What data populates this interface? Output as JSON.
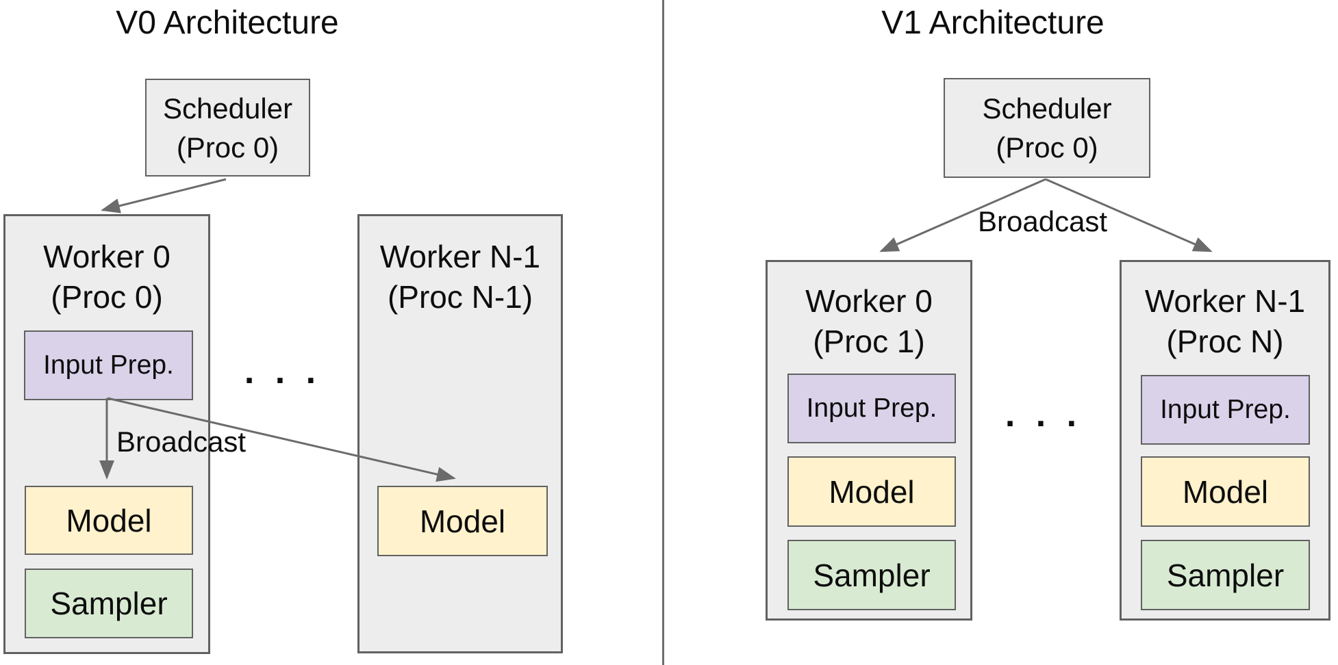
{
  "v0": {
    "title": "V0 Architecture",
    "scheduler": {
      "line1": "Scheduler",
      "line2": "(Proc 0)"
    },
    "worker0": {
      "line1": "Worker 0",
      "line2": "(Proc 0)",
      "input_prep": "Input Prep.",
      "model": "Model",
      "sampler": "Sampler"
    },
    "workerN": {
      "line1": "Worker N-1",
      "line2": "(Proc N-1)",
      "model": "Model"
    },
    "broadcast": "Broadcast",
    "dots": ". . ."
  },
  "v1": {
    "title": "V1 Architecture",
    "scheduler": {
      "line1": "Scheduler",
      "line2": "(Proc 0)"
    },
    "worker0": {
      "line1": "Worker 0",
      "line2": "(Proc 1)",
      "input_prep": "Input Prep.",
      "model": "Model",
      "sampler": "Sampler"
    },
    "workerN": {
      "line1": "Worker N-1",
      "line2": "(Proc N)",
      "input_prep": "Input Prep.",
      "model": "Model",
      "sampler": "Sampler"
    },
    "broadcast": "Broadcast",
    "dots": ". . ."
  },
  "colors": {
    "purple": "#d9d2e9",
    "yellow": "#fff2cc",
    "green": "#d9ead3",
    "gray": "#ededed",
    "border": "#616161",
    "line": "#6e6e6e",
    "text": "#0d0d0d"
  }
}
